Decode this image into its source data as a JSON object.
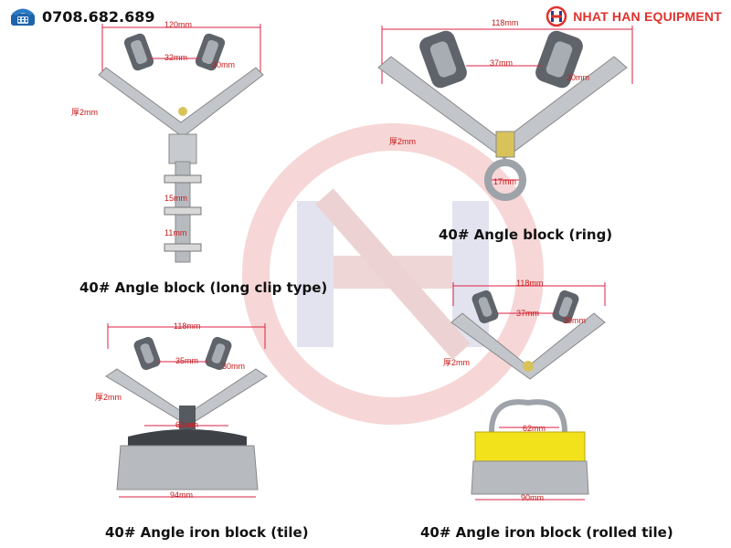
{
  "header": {
    "phone": "0708.682.689",
    "brand": "NHAT HAN EQUIPMENT"
  },
  "products": [
    {
      "caption": "40# Angle block (long clip type)",
      "dims": {
        "width": "120mm",
        "gap": "32mm",
        "wheel": "30mm",
        "thickness": "厚2mm",
        "clip1": "15mm",
        "clip2": "11mm"
      }
    },
    {
      "caption": "40# Angle block (ring)",
      "dims": {
        "width": "118mm",
        "gap": "37mm",
        "wheel": "30mm",
        "thickness": "厚2mm",
        "ring": "17mm"
      }
    },
    {
      "caption": "40# Angle iron block (tile)",
      "dims": {
        "width": "118mm",
        "gap": "35mm",
        "wheel": "30mm",
        "thickness": "厚2mm",
        "plate": "62mm",
        "base": "94mm"
      }
    },
    {
      "caption": "40# Angle iron block (rolled tile)",
      "dims": {
        "width": "118mm",
        "gap": "37mm",
        "wheel": "30mm",
        "thickness": "厚2mm",
        "plate": "62mm",
        "base": "90mm"
      }
    }
  ],
  "colors": {
    "brand": "#e0312c",
    "steel": "#b9bdc2",
    "yellow": "#f2e21c"
  }
}
